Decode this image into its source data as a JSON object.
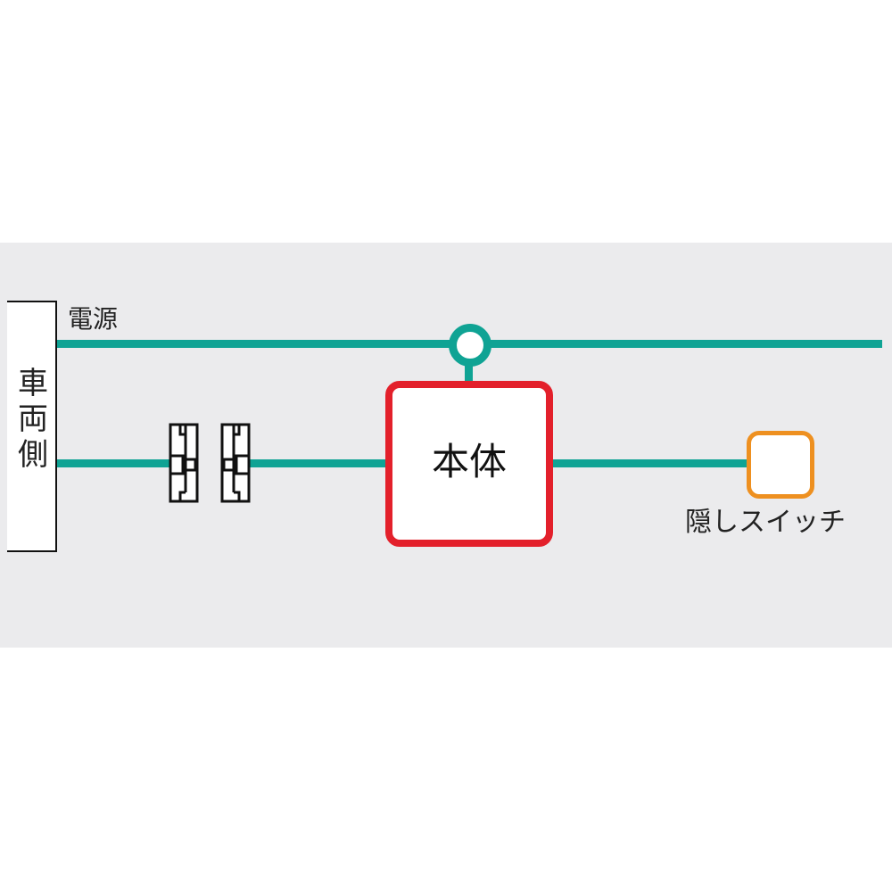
{
  "diagram": {
    "type": "wiring-diagram",
    "colors": {
      "background": "#ebebed",
      "wire": "#0fa394",
      "main_unit_border": "#e3202b",
      "switch_border": "#ee9020",
      "outline": "#111111"
    },
    "nodes": {
      "vehicle_side": {
        "label": "車両側"
      },
      "power": {
        "label": "電源"
      },
      "main_unit": {
        "label": "本体"
      },
      "hidden_switch": {
        "label": "隠しスイッチ"
      },
      "connector_pair": {
        "label": ""
      }
    },
    "edges": [
      {
        "from": "vehicle_side",
        "to": "power_line",
        "label": "電源"
      },
      {
        "from": "power_line",
        "to": "main_unit",
        "via": "junction"
      },
      {
        "from": "vehicle_side",
        "to": "main_unit",
        "via": "connector_pair"
      },
      {
        "from": "main_unit",
        "to": "hidden_switch"
      }
    ]
  }
}
